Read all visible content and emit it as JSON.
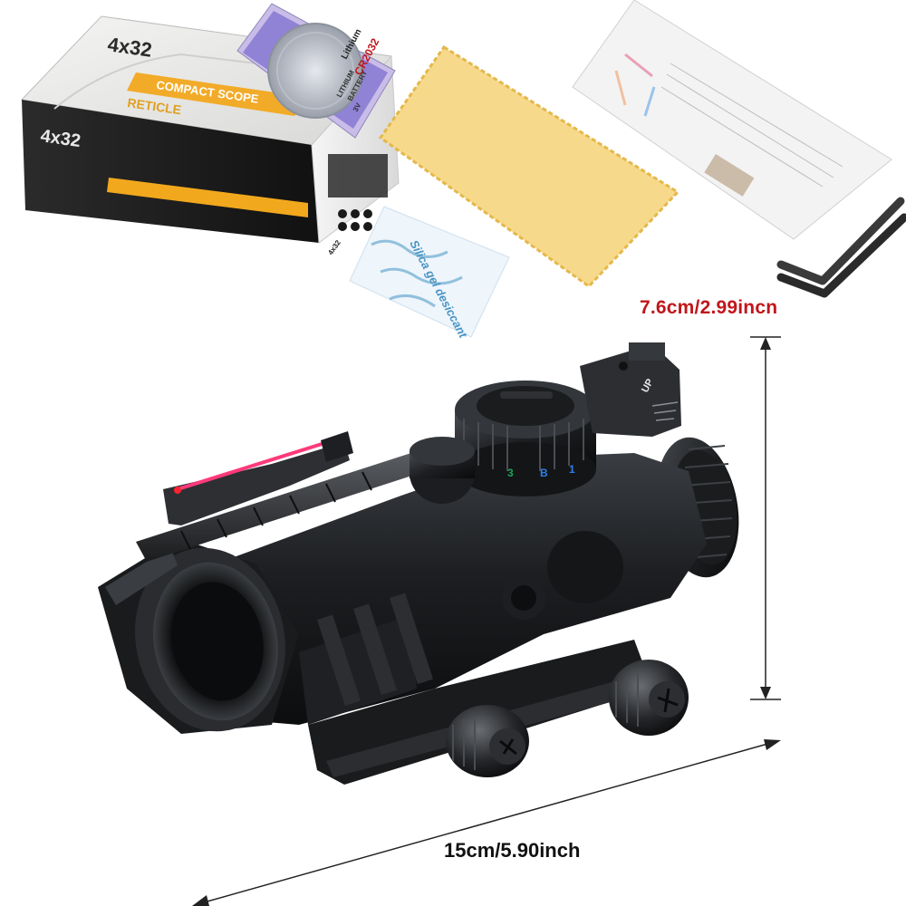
{
  "dimensions": {
    "height_label": "7.6cm/2.99incn",
    "length_label": "15cm/5.90inch"
  },
  "box": {
    "model_text": "4x32",
    "model_text_side": "4x32",
    "product_text": "COMPACT SCOPE",
    "reticle_text": "RETICLE",
    "small_text": "4x32"
  },
  "battery": {
    "line1": "Lithium",
    "line2": "CR2032",
    "line3": "LITHIUM",
    "line4": "BATTERY",
    "line5": "3V"
  },
  "silica": {
    "text": "Silica gel desiccant"
  },
  "scope": {
    "turret_marks": [
      "3",
      "B",
      "1"
    ],
    "mount_text": "UP"
  },
  "colors": {
    "height_label": "#c0161b",
    "length_label": "#111111",
    "box_accent": "#f2a81d",
    "cloth": "#f7d98c",
    "fiber": "#ff3a7a"
  }
}
